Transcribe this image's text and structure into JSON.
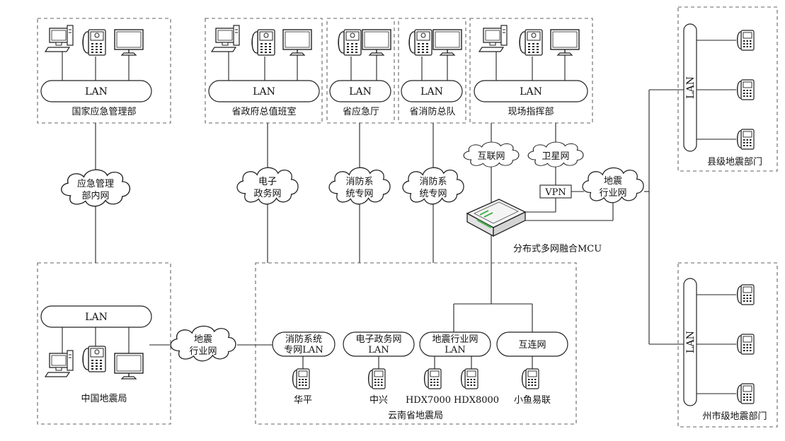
{
  "colors": {
    "line": "#222222",
    "dash": "#666666",
    "router": "#4caf50"
  },
  "icons": [
    "desktop-computer-icon",
    "video-phone-icon",
    "monitor-icon",
    "ip-phone-icon",
    "cloud-icon",
    "router-icon"
  ],
  "lan_label": "LAN",
  "boxes": {
    "national_emergency": "国家应急管理部",
    "province_gov_duty": "省政府总值班室",
    "province_emergency": "省应急厅",
    "province_fire": "省消防总队",
    "field_command": "现场指挥部",
    "county_seismic": "县级地震部门",
    "china_seismic": "中国地震局",
    "yunnan_seismic": "云南省地震局",
    "prefecture_seismic": "州市级地震部门"
  },
  "clouds": {
    "emergency_intranet": [
      "应急管理",
      "部内网"
    ],
    "egov": [
      "电子",
      "政务网"
    ],
    "fire_net_1": [
      "消防系",
      "统专网"
    ],
    "fire_net_2": [
      "消防系",
      "统专网"
    ],
    "internet": [
      "互联网"
    ],
    "satellite": [
      "卫星网"
    ],
    "seismic_net_right": [
      "地震",
      "行业网"
    ],
    "seismic_net_left": [
      "地震",
      "行业网"
    ]
  },
  "vpn_label": "VPN",
  "mcu_label": "分布式多网融合MCU",
  "yunnan_lans": {
    "fire": [
      "消防系统",
      "专网LAN"
    ],
    "egov": [
      "电子政务网",
      "LAN"
    ],
    "seismic": [
      "地震行业网",
      "LAN"
    ],
    "interconnect": [
      "互连网"
    ]
  },
  "terminals": {
    "huaping": "华平",
    "zte": "中兴",
    "hdx7000": "HDX7000",
    "hdx8000": "HDX8000",
    "xiaoyu": "小鱼易联"
  }
}
